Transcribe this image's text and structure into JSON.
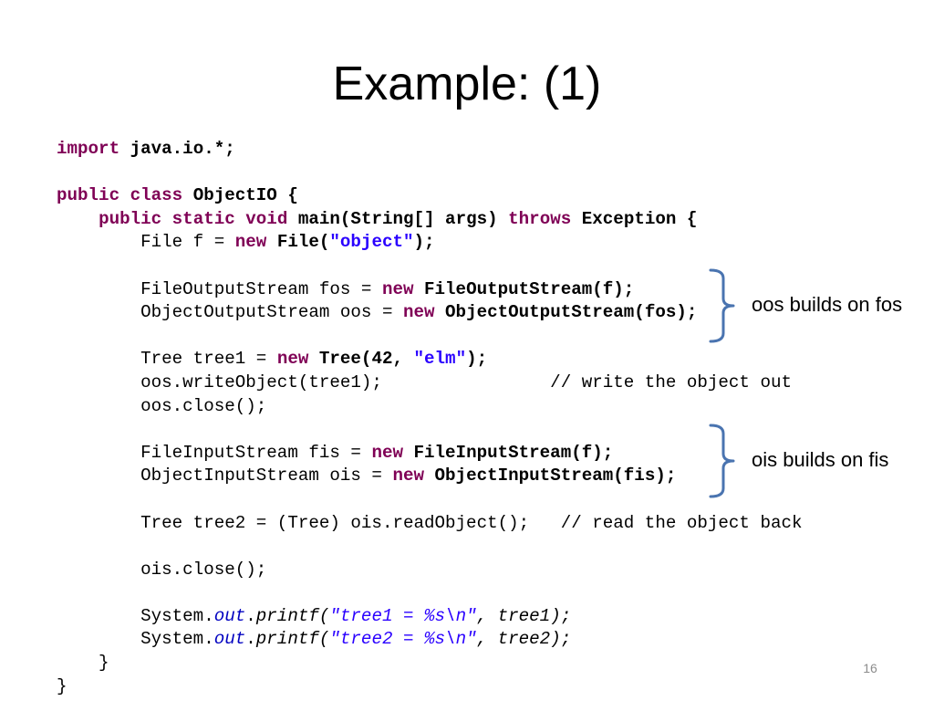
{
  "slide": {
    "title": "Example:  (1)",
    "page_number": "16"
  },
  "annotations": [
    {
      "text": "oos builds on fos",
      "brace_color": "#4a74b0"
    },
    {
      "text": "ois builds on fis",
      "brace_color": "#4a74b0"
    }
  ],
  "colors": {
    "keyword": "#7f0055",
    "string": "#2a00ff",
    "field": "#0000c0"
  },
  "code": {
    "l1": {
      "a": "import",
      "b": " ",
      "c": "java.io.*;"
    },
    "l3": {
      "a": "public",
      "b": " ",
      "c": "class",
      "d": " ",
      "e": "ObjectIO {"
    },
    "l4": {
      "a": "    ",
      "b": "public",
      "c": " ",
      "d": "static",
      "e": " ",
      "f": "void",
      "g": " ",
      "h": "main(String[] args)",
      "i": " ",
      "j": "throws",
      "k": " ",
      "l": "Exception {"
    },
    "l5": {
      "a": "        File f = ",
      "b": "new",
      "c": " ",
      "d": "File(",
      "e": "\"object\"",
      "f": ");"
    },
    "l7": {
      "a": "        FileOutputStream fos = ",
      "b": "new",
      "c": " ",
      "d": "FileOutputStream(f);"
    },
    "l8": {
      "a": "        ObjectOutputStream oos = ",
      "b": "new",
      "c": " ",
      "d": "ObjectOutputStream(fos);"
    },
    "l10": {
      "a": "        Tree tree1 = ",
      "b": "new",
      "c": " ",
      "d": "Tree(42, ",
      "e": "\"elm\"",
      "f": ");"
    },
    "l11": {
      "a": "        oos.writeObject(tree1);                // write the object out"
    },
    "l12": {
      "a": "        oos.close();"
    },
    "l14": {
      "a": "        FileInputStream fis = ",
      "b": "new",
      "c": " ",
      "d": "FileInputStream(f);"
    },
    "l15": {
      "a": "        ObjectInputStream ois = ",
      "b": "new",
      "c": " ",
      "d": "ObjectInputStream(fis);"
    },
    "l17": {
      "a": "        Tree tree2 = (Tree) ois.readObject();   // read the object back"
    },
    "l19": {
      "a": "        ois.close();"
    },
    "l21": {
      "a": "        System.",
      "b": "out",
      "c": ".",
      "d": "printf(",
      "e": "\"tree1 = %s\\n\"",
      "f": ", tree1);"
    },
    "l22": {
      "a": "        System.",
      "b": "out",
      "c": ".",
      "d": "printf(",
      "e": "\"tree2 = %s\\n\"",
      "f": ", tree2);"
    },
    "l23": {
      "a": "    }"
    },
    "l24": {
      "a": "}"
    }
  }
}
